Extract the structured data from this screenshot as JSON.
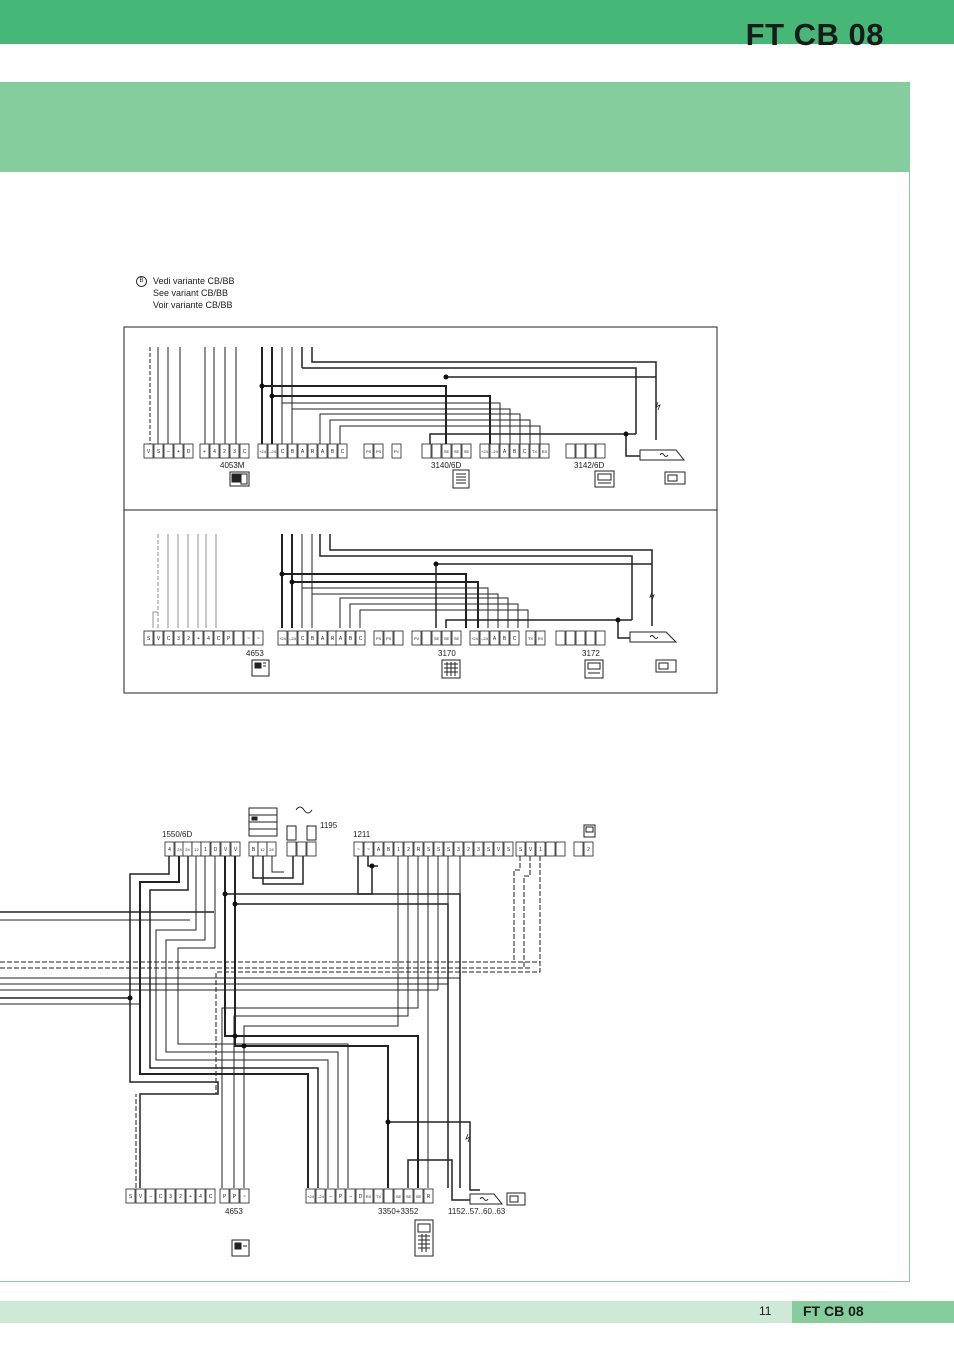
{
  "header": {
    "title": "FT CB 08"
  },
  "note": {
    "symbol": "B",
    "lines": [
      "Vedi variante CB/BB",
      "See variant CB/BB",
      "Voir variante CB/BB"
    ]
  },
  "panel1": {
    "labels": {
      "a": "4053M",
      "b": "3140/6D",
      "c": "3142/6D"
    },
    "terminals_a": [
      "V",
      "S",
      "–",
      "+",
      "D",
      "+",
      "4",
      "2",
      "3",
      "C"
    ],
    "terminals_b": [
      "+24",
      "–24",
      "C",
      "B",
      "A",
      "R",
      "A",
      "B",
      "C",
      "PS",
      "PS",
      "PV",
      "SE",
      "SE",
      "SE"
    ],
    "terminals_c": [
      "+24",
      "–24",
      "A",
      "B",
      "C",
      "TX",
      "RX"
    ]
  },
  "panel2": {
    "labels": {
      "a": "4653",
      "b": "3170",
      "c": "3172"
    },
    "terminals_a": [
      "S",
      "V",
      "C",
      "3",
      "2",
      "+",
      "4",
      "C",
      "P",
      "~",
      "~"
    ],
    "terminals_b": [
      "+24",
      "–24",
      "C",
      "B",
      "A",
      "R",
      "A",
      "B",
      "C",
      "PS",
      "PS",
      "PV",
      "SE",
      "SE",
      "SE"
    ],
    "terminals_c": [
      "+24",
      "–24",
      "A",
      "B",
      "C",
      "TX",
      "RX"
    ]
  },
  "lower": {
    "labels": {
      "controller": "1550/6D",
      "transformer": "1195",
      "interface": "1211",
      "monitor": "4653",
      "panel": "3350+3352",
      "lock": "1152..57..60..63"
    },
    "controller_terminals": [
      "4",
      "24",
      "24",
      "12",
      "1",
      "D",
      "V",
      "V",
      "B",
      "12",
      "24"
    ],
    "interface_terminals": [
      "~",
      "~",
      "A",
      "B",
      "1",
      "2",
      "R",
      "S",
      "S",
      "S",
      "3",
      "2",
      "3",
      "S",
      "V",
      "S",
      "S",
      "V",
      "1",
      "2"
    ],
    "monitor_terminals": [
      "S",
      "V",
      "–",
      "C",
      "3",
      "2",
      "+",
      "4",
      "C",
      "P",
      "P",
      "~"
    ],
    "panel_terminals": [
      "+24",
      "–24",
      "–",
      "P",
      "–",
      "D",
      "RX",
      "TX",
      "SE",
      "SE",
      "SE",
      "R"
    ]
  },
  "footer": {
    "page_number": "11",
    "title": "FT CB 08"
  }
}
